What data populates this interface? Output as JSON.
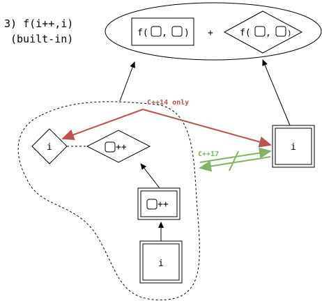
{
  "title": {
    "line1": "3)  f(i++,i)",
    "line2": "(built-in)"
  },
  "top": {
    "left_call": "f(",
    "comma": ",",
    "close": ")",
    "plus": "+",
    "right_call": "f(",
    "right_comma": ",",
    "right_close": ")"
  },
  "nodes": {
    "i_diamond": "i",
    "postinc_diamond": "++",
    "postinc_box": "++",
    "i_box_bottom": "i",
    "i_box_right": "i"
  },
  "edges": {
    "red_label": "C++14 only",
    "green_label": "C++17"
  },
  "colors": {
    "red": "#b85450",
    "green": "#82b366"
  }
}
